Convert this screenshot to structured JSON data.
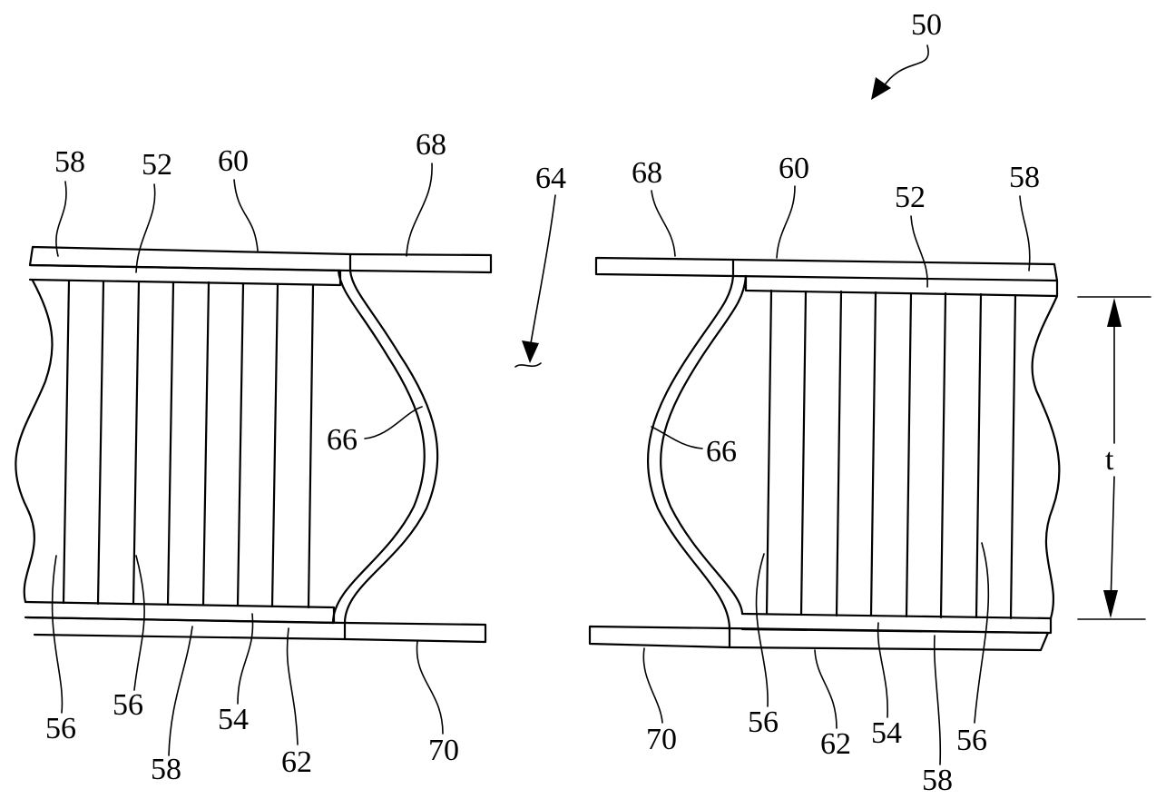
{
  "figure": {
    "ref_main": "50",
    "ref_gap": "64",
    "dimension_symbol": "t",
    "left_panel": {
      "top_labels": [
        "58",
        "52",
        "60",
        "68"
      ],
      "middle_label": "66",
      "bottom_labels": [
        "56",
        "56",
        "54",
        "58",
        "62",
        "70"
      ]
    },
    "right_panel": {
      "top_labels": [
        "68",
        "60",
        "52",
        "58"
      ],
      "middle_label": "66",
      "bottom_labels": [
        "70",
        "56",
        "62",
        "54",
        "56",
        "58"
      ]
    }
  }
}
